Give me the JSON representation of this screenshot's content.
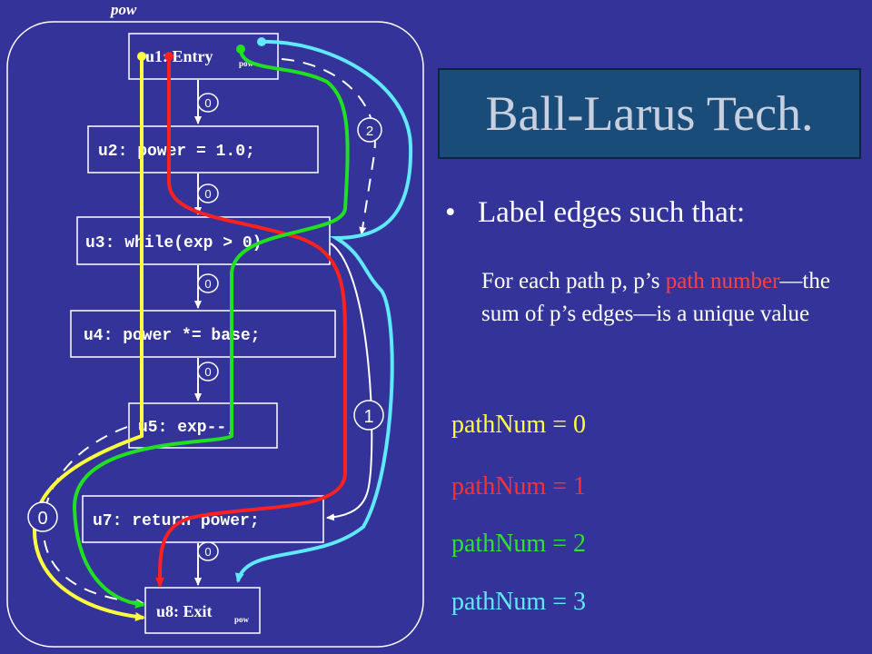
{
  "procedure_label": "pow",
  "title": "Ball-Larus Tech.",
  "bullet": "Label edges such that:",
  "description": {
    "before": "For each path p, p’s ",
    "highlight": "path number",
    "after": "—the sum of p’s edges—is a unique value"
  },
  "nodes": {
    "u1": {
      "label": "u1: Entry",
      "sub": "pow"
    },
    "u2": {
      "label": "u2: power = 1.0;"
    },
    "u3": {
      "label": "u3: while(exp > 0)"
    },
    "u4": {
      "label": "u4: power *= base;"
    },
    "u5": {
      "label": "u5: exp--;"
    },
    "u7": {
      "label": "u7: return power;"
    },
    "u8": {
      "label": "u8: Exit",
      "sub": "pow"
    }
  },
  "edge_weights": {
    "u1_u2": "0",
    "u2_u3": "0",
    "u3_u4": "0",
    "u4_u5": "0",
    "u7_u8": "0",
    "back_edge": "2",
    "u3_u7": "1",
    "u1_u8": "0"
  },
  "legend": [
    {
      "text": "pathNum = 0",
      "color": "#ffff40"
    },
    {
      "text": "pathNum = 1",
      "color": "#ff3030"
    },
    {
      "text": "pathNum = 2",
      "color": "#30e030"
    },
    {
      "text": "pathNum = 3",
      "color": "#60e8ff"
    }
  ],
  "colors": {
    "background": "#333399",
    "title_box": "#1a4c7a",
    "path0": "#ffff40",
    "path1": "#ff2020",
    "path2": "#20e020",
    "path3": "#60e8ff"
  }
}
